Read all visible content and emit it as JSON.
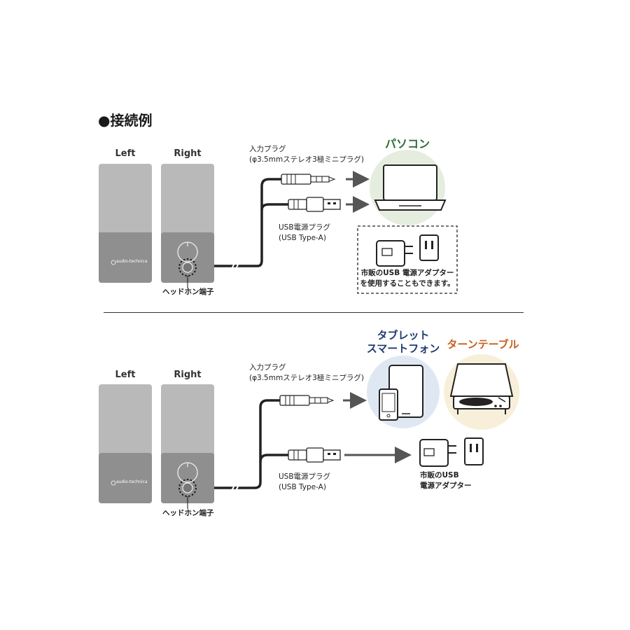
{
  "title": "●接続例",
  "colors": {
    "pc_circle": "#e5eddf",
    "tablet_circle": "#dfe8f2",
    "turntable_circle": "#f7efd9",
    "pc_label": "#2f6b3a",
    "tablet_label": "#1f3b70",
    "turntable_label": "#c65f1c",
    "speaker_top": "#b9b9b9",
    "speaker_bottom": "#8f8f8f",
    "arrow": "#555555"
  },
  "top": {
    "left_label": "Left",
    "right_label": "Right",
    "brand": "audio-technica",
    "plug_label_line1": "入力プラグ",
    "plug_label_line2": "(φ3.5mmステレオ3極ミニプラグ)",
    "usb_label_line1": "USB電源プラグ",
    "usb_label_line2": "(USB Type-A)",
    "headphone_label": "ヘッドホン端子",
    "device_label": "パソコン",
    "adapter_note_line1": "市販のUSB 電源アダプター",
    "adapter_note_line2": "を使用することもできます。",
    "icons": [
      "laptop-icon",
      "usb-adapter-icon",
      "wall-outlet-icon"
    ]
  },
  "bottom": {
    "left_label": "Left",
    "right_label": "Right",
    "brand": "audio-technica",
    "plug_label_line1": "入力プラグ",
    "plug_label_line2": "(φ3.5mmステレオ3極ミニプラグ)",
    "usb_label_line1": "USB電源プラグ",
    "usb_label_line2": "(USB Type-A)",
    "headphone_label": "ヘッドホン端子",
    "tablet_label_line1": "タブレット",
    "tablet_label_line2": "スマートフォン",
    "turntable_label": "ターンテーブル",
    "adapter_label_line1": "市販のUSB",
    "adapter_label_line2": "電源アダプター",
    "icons": [
      "tablet-icon",
      "smartphone-icon",
      "turntable-icon",
      "usb-adapter-icon",
      "wall-outlet-icon"
    ]
  }
}
